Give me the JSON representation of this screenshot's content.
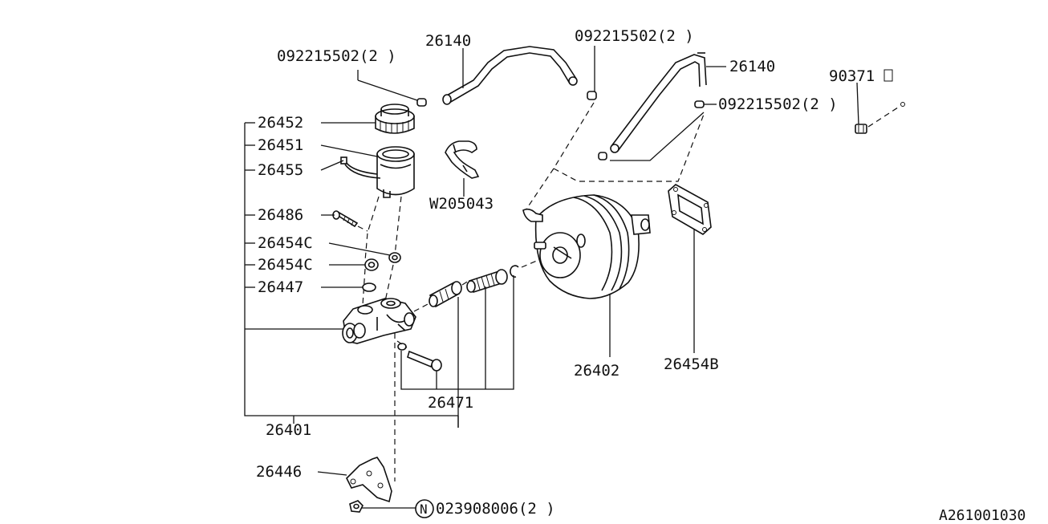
{
  "diagram": {
    "labels": {
      "clip_top_left": "092215502(2 )",
      "hose_top": "26140",
      "clip_top_mid": "092215502(2 )",
      "hose_right": "26140",
      "clip_right": "092215502(2 )",
      "bolt_far_right": "90371",
      "cap": "26452",
      "tank": "26451",
      "switch": "26455",
      "pin": "26486",
      "seal_1": "26454C",
      "seal_2": "26454C",
      "o_ring": "26447",
      "bracket_clip": "W205043",
      "booster": "26402",
      "gasket": "26454B",
      "repair_kit": "26471",
      "master_cylinder": "26401",
      "plate": "26446",
      "nut": "023908006(2 )",
      "nut_circle_letter": "N",
      "drawing_code": "A261001030"
    }
  }
}
